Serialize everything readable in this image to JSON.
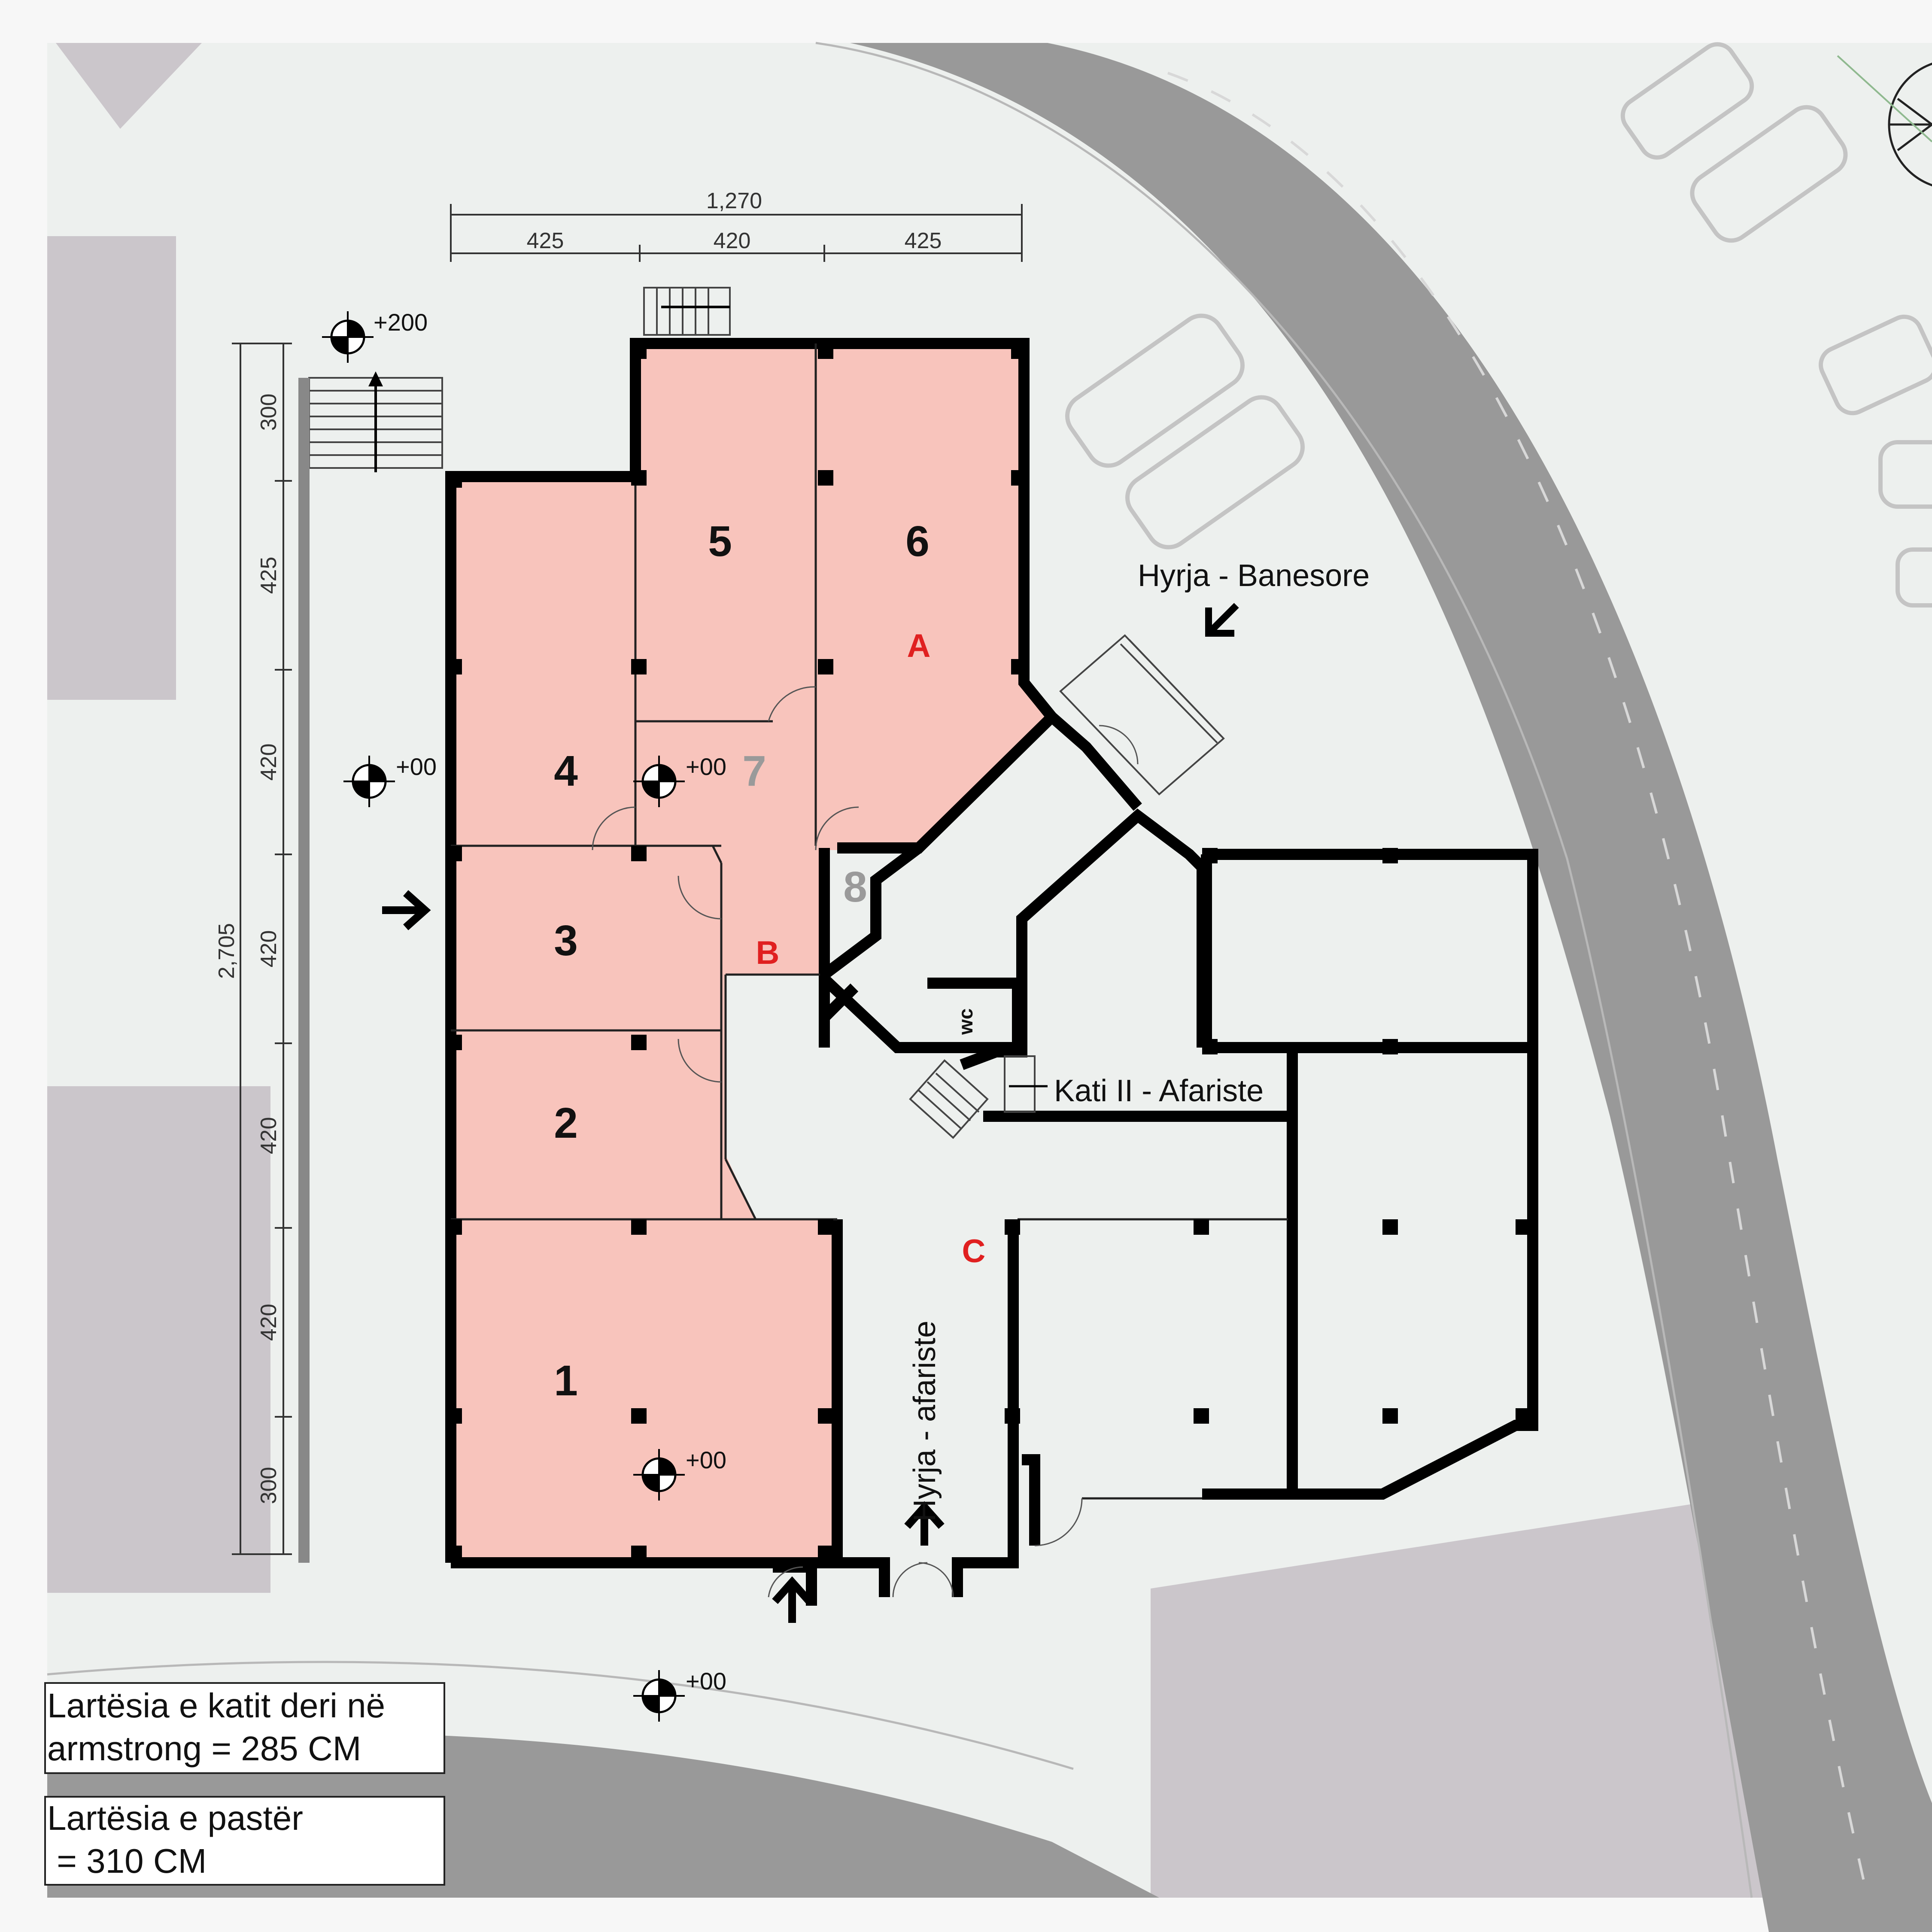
{
  "dimensions": {
    "top_total": "1,270",
    "top_segments": [
      "425",
      "420",
      "425"
    ],
    "left_total": "2,705",
    "left_segments": [
      "300",
      "425",
      "420",
      "420",
      "420",
      "420",
      "300"
    ]
  },
  "rooms": [
    "1",
    "2",
    "3",
    "4",
    "5",
    "6"
  ],
  "grey_rooms": [
    "7",
    "8"
  ],
  "zones": {
    "a": "A",
    "b": "B",
    "c": "C"
  },
  "elevations": {
    "top_left": "+200",
    "left": "+00",
    "room7": "+00",
    "room1": "+00",
    "bottom": "+00"
  },
  "labels": {
    "residential_entry": "Hyrja - Banesore",
    "business_entry": "Hyrja - afariste",
    "second_floor": "Kati II - Afariste",
    "wc": "wc"
  },
  "notes": {
    "note1_line1": "Lartësia e katit deri në",
    "note1_line2": "armstrong = 285 CM",
    "note2_line1": "Lartësia e pastër",
    "note2_line2": " = 310 CM"
  },
  "colors": {
    "background": "#edf0ee",
    "road": "#999999",
    "building_block": "#cbc6cb",
    "unit_fill": "#f8c4bc",
    "wall": "#000000",
    "zone_label": "#e02020"
  }
}
